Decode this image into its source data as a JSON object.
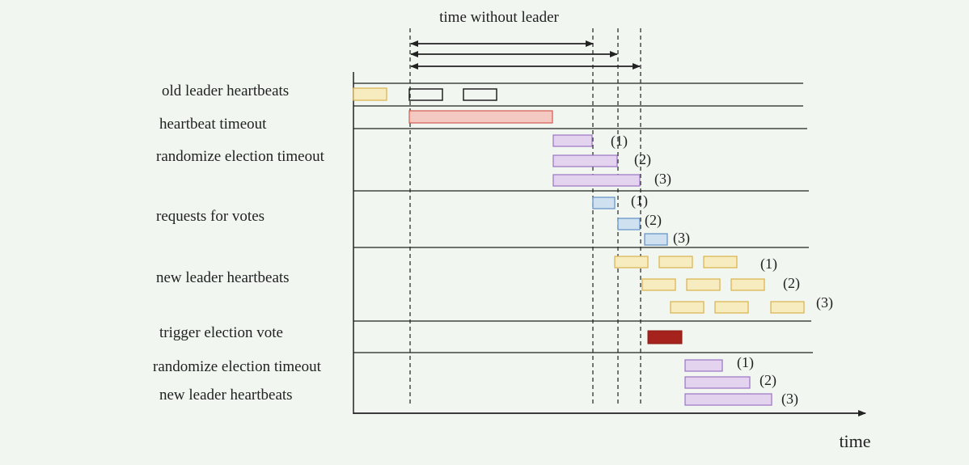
{
  "diagram": {
    "title": "time without leader",
    "axis_label": "time",
    "row_labels": [
      "old leader heartbeats",
      "heartbeat timeout",
      "randomize election timeout",
      "requests for votes",
      "new leader heartbeats",
      "trigger election vote",
      "randomize election timeout",
      "new leader heartbeats"
    ],
    "markers": {
      "m1": "(1)",
      "m2": "(2)",
      "m3": "(3)"
    },
    "colors": {
      "background": "#f1f6f1",
      "heartbeat_yellow_fill": "#f7ecbf",
      "heartbeat_yellow_stroke": "#d9b24a",
      "timeout_red_fill": "#f4c9c2",
      "timeout_red_stroke": "#d65a55",
      "election_purple_fill": "#e3d3ee",
      "election_purple_stroke": "#9a73c4",
      "vote_blue_fill": "#cfe0f1",
      "vote_blue_stroke": "#5f8fc4",
      "trigger_darkred": "#a5231c",
      "lines": "#222222"
    }
  }
}
